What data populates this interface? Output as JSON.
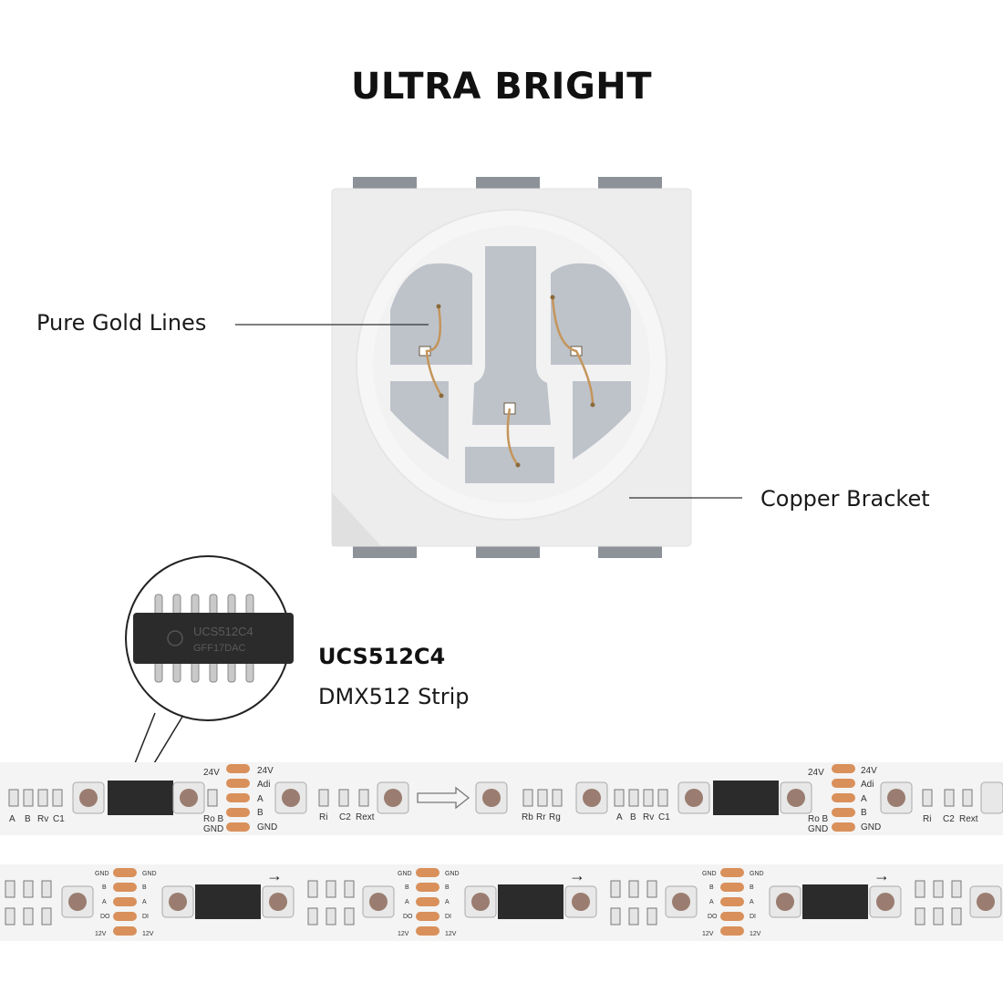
{
  "title": "ULTRA BRIGHT",
  "callouts": {
    "gold_lines": "Pure Gold Lines",
    "copper_bracket": "Copper Bracket"
  },
  "chip": {
    "name": "UCS512C4",
    "subtitle": "DMX512 Strip",
    "marking_line1": "UCS512C4",
    "marking_line2": "GFF17DAC"
  },
  "strip_top": {
    "left_labels": [
      "A",
      "B",
      "Rv",
      "C1"
    ],
    "pad_labels_left": [
      "24V",
      "Adi",
      "A",
      "B",
      "GND"
    ],
    "pad_small_left": [
      "24V",
      "Ro B",
      "GND"
    ],
    "mid_labels_1": [
      "Ri",
      "C2",
      "Rext"
    ],
    "mid_labels_2": [
      "Rb",
      "Rr",
      "Rg"
    ],
    "mid_labels_3": [
      "A",
      "B",
      "Rv",
      "C1"
    ],
    "pad_labels_right": [
      "24V",
      "Adi",
      "A",
      "B",
      "GND"
    ],
    "pad_small_right": [
      "24V",
      "Ro B",
      "GND"
    ],
    "right_labels": [
      "Ri",
      "C2",
      "Rext"
    ]
  },
  "strip_bottom": {
    "pad_left": [
      "GND",
      "B",
      "A",
      "DO",
      "12V"
    ],
    "pad_right": [
      "GND",
      "B",
      "A",
      "DI",
      "12V"
    ],
    "arrow": "→"
  },
  "colors": {
    "led_body": "#eeeeee",
    "cavity": "#f3f3f3",
    "pad": "#bcc1c8",
    "wire": "#c4955b",
    "strip_pad": "#d9905a",
    "ic": "#2a2a2a"
  }
}
